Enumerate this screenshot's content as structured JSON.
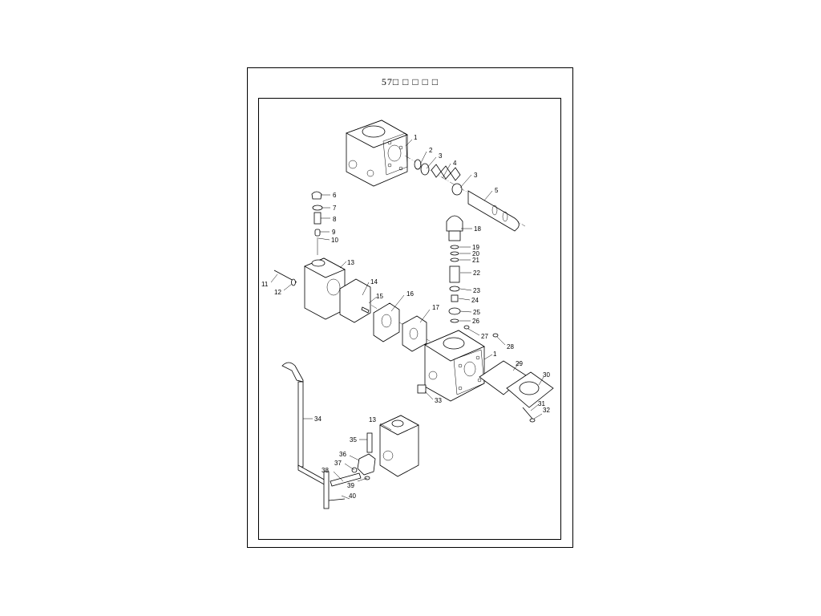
{
  "sheet": {
    "title": "57□ □ □ □ □"
  },
  "callouts": [
    {
      "id": "c1a",
      "text": "1"
    },
    {
      "id": "c2",
      "text": "2"
    },
    {
      "id": "c3a",
      "text": "3"
    },
    {
      "id": "c4",
      "text": "4"
    },
    {
      "id": "c3b",
      "text": "3"
    },
    {
      "id": "c5",
      "text": "5"
    },
    {
      "id": "c6",
      "text": "6"
    },
    {
      "id": "c7",
      "text": "7"
    },
    {
      "id": "c8",
      "text": "8"
    },
    {
      "id": "c9",
      "text": "9"
    },
    {
      "id": "c10",
      "text": "10"
    },
    {
      "id": "c11",
      "text": "11"
    },
    {
      "id": "c12",
      "text": "12"
    },
    {
      "id": "c13a",
      "text": "13"
    },
    {
      "id": "c14",
      "text": "14"
    },
    {
      "id": "c15",
      "text": "15"
    },
    {
      "id": "c16",
      "text": "16"
    },
    {
      "id": "c17",
      "text": "17"
    },
    {
      "id": "c18",
      "text": "18"
    },
    {
      "id": "c19",
      "text": "19"
    },
    {
      "id": "c20",
      "text": "20"
    },
    {
      "id": "c21",
      "text": "21"
    },
    {
      "id": "c22",
      "text": "22"
    },
    {
      "id": "c23",
      "text": "23"
    },
    {
      "id": "c24",
      "text": "24"
    },
    {
      "id": "c25",
      "text": "25"
    },
    {
      "id": "c26",
      "text": "26"
    },
    {
      "id": "c27",
      "text": "27"
    },
    {
      "id": "c28",
      "text": "28"
    },
    {
      "id": "c1b",
      "text": "1"
    },
    {
      "id": "c29",
      "text": "29"
    },
    {
      "id": "c30",
      "text": "30"
    },
    {
      "id": "c31",
      "text": "31"
    },
    {
      "id": "c32",
      "text": "32"
    },
    {
      "id": "c33",
      "text": "33"
    },
    {
      "id": "c34",
      "text": "34"
    },
    {
      "id": "c13b",
      "text": "13"
    },
    {
      "id": "c35",
      "text": "35"
    },
    {
      "id": "c36",
      "text": "36"
    },
    {
      "id": "c37",
      "text": "37"
    },
    {
      "id": "c38",
      "text": "38"
    },
    {
      "id": "c39",
      "text": "39"
    },
    {
      "id": "c40",
      "text": "40"
    }
  ]
}
